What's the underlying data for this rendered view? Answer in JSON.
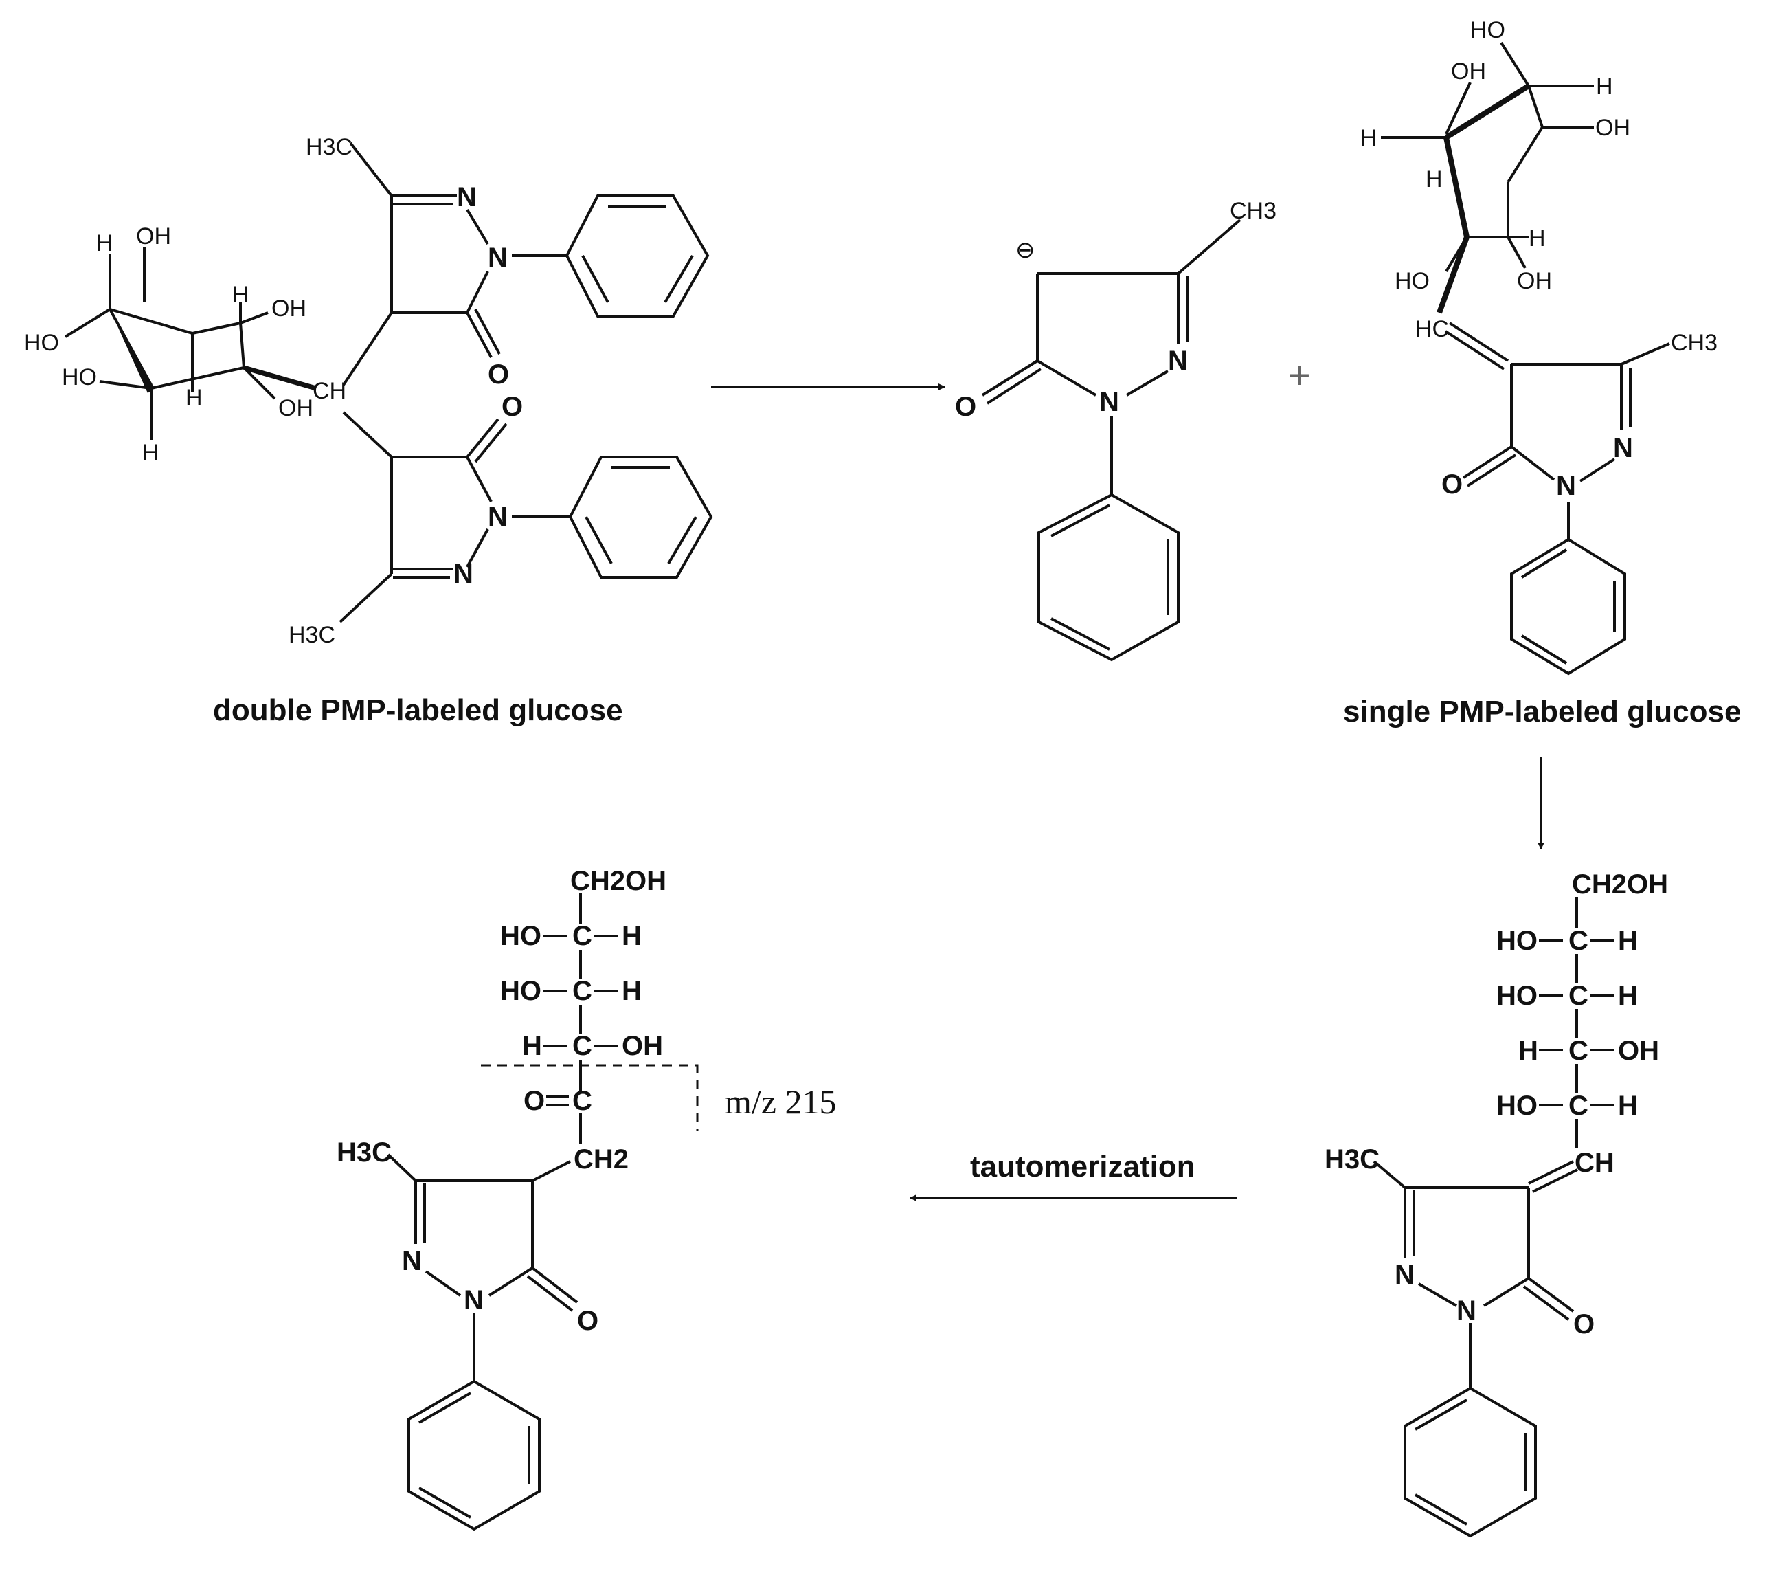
{
  "captions": {
    "double": "double PMP-labeled glucose",
    "single": "single PMP-labeled glucose",
    "tautomerization": "tautomerization",
    "mz": "m/z 215",
    "plus": "+"
  },
  "atoms": {
    "H3C": "H3C",
    "CH3": "CH3",
    "N": "N",
    "O": "O",
    "OH": "OH",
    "HO": "HO",
    "H": "H",
    "CH": "CH",
    "HC": "HC",
    "CH2": "CH2",
    "CH2OH": "CH2OH",
    "C": "C",
    "anion": "⊖"
  }
}
